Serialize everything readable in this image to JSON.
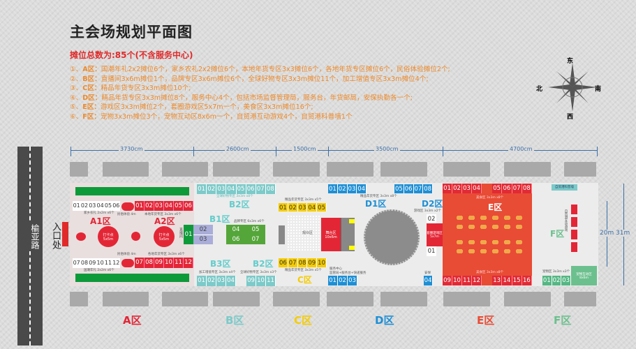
{
  "title": "主会场规划平面图",
  "total": "摊位总数为:85个(不含服务中心)",
  "lines": [
    {
      "n": "①、",
      "z": "A区：",
      "t": "国潮年礼2x2摊位6个，家乡农礼2x2摊位6个，本地年货专区3x3摊位6个，各地年货专区摊位6个，民俗体验摊位2个;"
    },
    {
      "n": "②、",
      "z": "B区：",
      "t": "直播间3x6m摊位1个，品牌专区3x6m摊位6个，全球好物专区3x3m摊位11个，加工增值专区3x3m摊位4个;"
    },
    {
      "n": "③、",
      "z": "C区：",
      "t": "精品年货专区3x3m摊位10个;"
    },
    {
      "n": "④、",
      "z": "D区：",
      "t": "精品年货专区3x3m摊位8个，服务中心4个，包括市场监督管理局，服务台，年货邮局，安保执勤各一个;"
    },
    {
      "n": "⑤、",
      "z": "E区：",
      "t": "游戏区3x3m摊位2个，套圈游戏区5x7m一个，美食区3x3m摊位16个;"
    },
    {
      "n": "⑥、",
      "z": "F区：",
      "t": "宠物3x3m摊位3个，宠物互动区8x6m一个，自贸港互动游戏4个，自贸港科普墙1个"
    }
  ],
  "compass": {
    "n": "北",
    "s": "南",
    "e": "东",
    "w": "西"
  },
  "road": "榆亚路",
  "entrance": "入口处",
  "dims": [
    "3730cm",
    "2600cm",
    "1500cm",
    "3500cm",
    "4700cm"
  ],
  "side_dims": {
    "inner": "20m",
    "outer": "31m"
  },
  "zones": {
    "a1": "A1区",
    "a2": "A2区",
    "b1": "B1区",
    "b2": "B2区",
    "b2b": "B2区",
    "b3": "B3区",
    "c": "C区",
    "d1": "D1区",
    "d2": "D2区",
    "e": "E区",
    "f": "F区"
  },
  "bottom": [
    "A区",
    "B区",
    "C区",
    "D区",
    "E区",
    "F区"
  ],
  "booths": {
    "a_tl": [
      "01",
      "02",
      "03",
      "04",
      "05",
      "06"
    ],
    "a_tr": [
      "01",
      "02",
      "03",
      "04",
      "05",
      "06"
    ],
    "a_bl": [
      "07",
      "08",
      "09",
      "10",
      "11",
      "12"
    ],
    "a_br": [
      "07",
      "08",
      "09",
      "10",
      "11",
      "12"
    ],
    "b_top": [
      "01",
      "02",
      "03",
      "04",
      "05",
      "06",
      "07",
      "08"
    ],
    "b3": [
      "01",
      "02",
      "03",
      "04"
    ],
    "b2": [
      "09",
      "10",
      "11"
    ],
    "b1_live": "01",
    "b1_p": [
      "02",
      "03"
    ],
    "b1_g": [
      "04",
      "05",
      "06",
      "07"
    ],
    "c_top": [
      "01",
      "02",
      "03",
      "04",
      "05"
    ],
    "c_bot": [
      "06",
      "07",
      "08",
      "09",
      "10"
    ],
    "d_t1": [
      "01",
      "02",
      "03",
      "04"
    ],
    "d_t2": [
      "05",
      "06",
      "07",
      "08"
    ],
    "d_b": [
      "01",
      "02",
      "03"
    ],
    "d_b4": [
      "04"
    ],
    "d2_02": "02",
    "d2_01": "01",
    "e_t1": [
      "01",
      "02",
      "03",
      "04"
    ],
    "e_t2": [
      "05",
      "06",
      "07",
      "08"
    ],
    "e_b1": [
      "09",
      "10",
      "11",
      "12"
    ],
    "e_b2": [
      "13",
      "14",
      "15",
      "16"
    ],
    "f_b": [
      "01",
      "02",
      "03"
    ]
  },
  "labels": {
    "a_tl": "家乡农礼 2x2m x6个",
    "a_folk1": "民俗体验 4m",
    "a_tr": "本地年货专区 3x3m x6个",
    "a_bl": "国潮年礼 2x2m x6个",
    "a_folk2": "民俗体验 4m",
    "a_br": "各地年货专区 3x3m x6个",
    "checkin": "打卡点",
    "checkin_size": "5x5m",
    "entrance_mark": "入口",
    "b_top": "全球好物专区 3x3m x8个",
    "b1": "品牌专区 6x3m x6个",
    "live": "直播间",
    "b3": "加工增值专区 3x3m x4个",
    "b2": "全球好物专区 3x3m x3个",
    "c_top": "精品年货专区 3x3m x5个",
    "c_bot": "精品年货专区 3x3m x5个",
    "audience": "观众区",
    "stage": "舞台区",
    "stage_size": "10x6m",
    "d_top": "精品年货专区 3x3m x8个",
    "service": "服务中心",
    "service2": "监管局+服务台+快递服务",
    "security": "安保",
    "d2": "游戏区 3x3m x2个",
    "ring": "套圈游戏区",
    "ring_size": "5x7m",
    "e_top": "美食区 3x3m x8个",
    "e_bot": "美食区 3x3m x8个",
    "f_wall": "自贸港科普墙",
    "f_game": "自贸港互动游戏",
    "f_pet": "宠物区 3x3m x3个",
    "f_pet_area": "宠物互动区",
    "f_pet_size": "8x6m"
  },
  "colors": {
    "A": "#e32636",
    "B": "#7ccac9",
    "C": "#f5cc00",
    "D": "#1e8fd5",
    "E": "#e84c35",
    "F": "#6cc08e"
  }
}
